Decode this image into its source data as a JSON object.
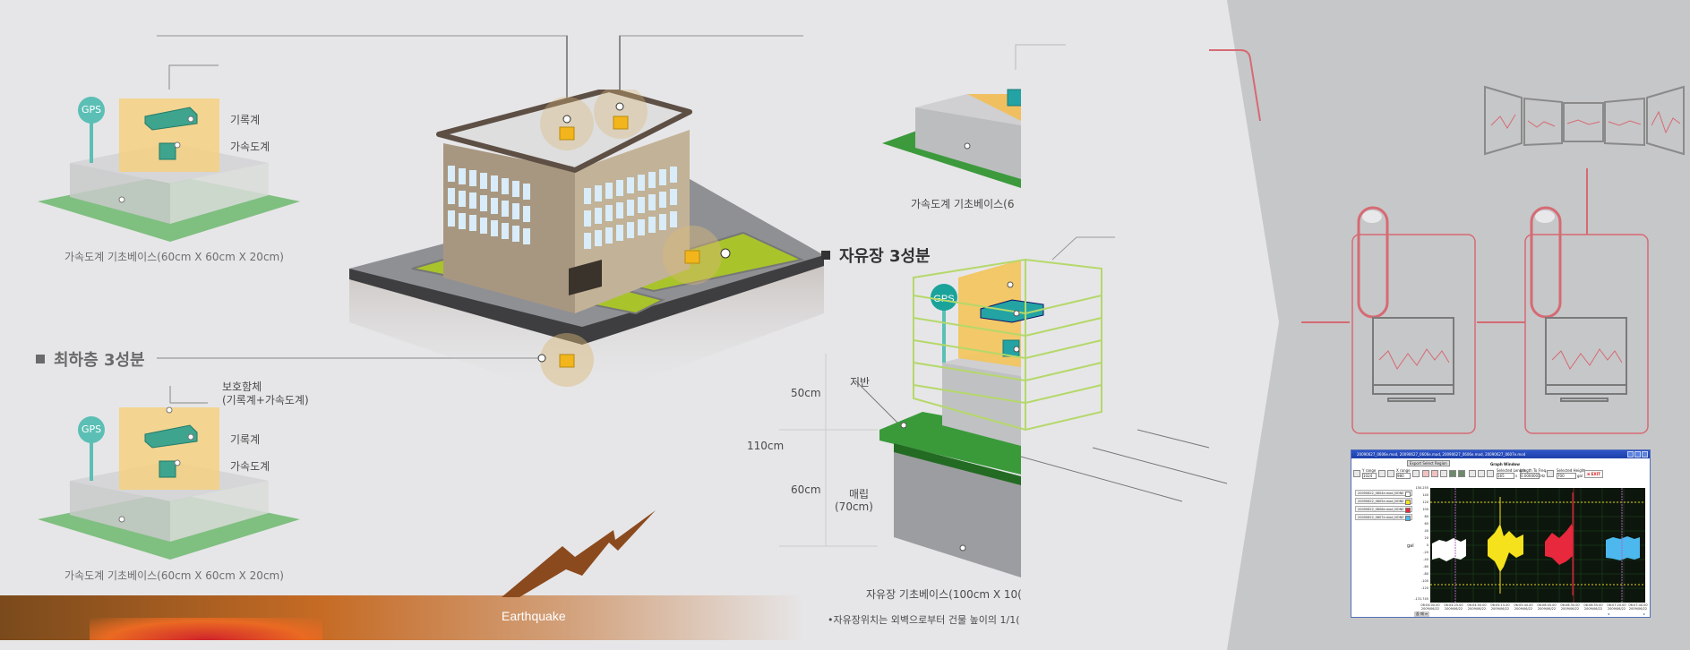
{
  "diagram": {
    "title_sections": {
      "lowest_floor": "최하층 3성분",
      "free_field": "자유장 3성분"
    },
    "top_left_unit": {
      "gps_label": "GPS",
      "recorder_label": "기록계",
      "accelerometer_label": "가속도계",
      "base_caption": "가속도계 기초베이스(60cm X 60cm X 20cm)"
    },
    "bottom_left_unit": {
      "enclosure_label": "보호함체",
      "enclosure_sub_label": "(기록계+가속도계)",
      "gps_label": "GPS",
      "recorder_label": "기록계",
      "accelerometer_label": "가속도계",
      "base_caption": "가속도계 기초베이스(60cm X 60cm X 20cm)"
    },
    "top_right_unit": {
      "base_caption": "가속도계 기초베이스(6"
    },
    "free_field_unit": {
      "gps_label": "GPS",
      "ground_label": "지반",
      "buried_label": "매립",
      "buried_sub_label": "(70cm)",
      "dim_50": "50cm",
      "dim_110": "110cm",
      "dim_60": "60cm",
      "base_caption": "자유장 기초베이스(100cm X 10(",
      "footnote": "•자유장위치는 외벽으로부터 건물 높이의 1/1("
    },
    "earthquake_label": "Earthquake",
    "colors": {
      "background_light": "#e6e6e8",
      "background_gray": "#c6c7c9",
      "teal_gps": "#5bbfb5",
      "device_teal": "#2a9d8f",
      "enclosure_yellow": "#f4c55a",
      "grass_green": "#5aa85a",
      "lime_grid": "#b5d86a",
      "building_beige": "#b9a98b",
      "building_roof": "#5e4f45",
      "accent_red": "#d66a73",
      "earth_brown": "#7a4a1c",
      "earth_orange": "#ea6a22"
    }
  },
  "graph_window": {
    "title": "20090627_0606e.mod, 20090627_0606e.mod, 20090627_0606e.mod, 20090627_0607e.mod",
    "export_button": "Export Select Region",
    "window_label": "Graph Window",
    "y_range_label": "Y range",
    "y_range_value": "1024",
    "x_range_label": "X range",
    "x_range_value": "980",
    "selected_length_label": "Selected Length",
    "selected_length_value": "165",
    "selected_length_unit": "s",
    "length_to_freq_label": "Length To Freq.",
    "length_to_freq_value": "0.0000001",
    "length_to_freq_unit": "Hz",
    "selected_height_label": "Selected Height",
    "selected_height_value": "700",
    "selected_height_unit": "gal",
    "exit_button": "EXIT",
    "y_axis_label": "gal",
    "legend": [
      {
        "label": "20090622_0604e.mod_NONE",
        "color": "#ffffff"
      },
      {
        "label": "20090622_0605e.mod_NONE",
        "color": "#f5e21c"
      },
      {
        "label": "20090622_0606e.mod_NONE",
        "color": "#e8283c"
      },
      {
        "label": "20090622_0607e.mod_NONE",
        "color": "#4cb8ee"
      }
    ],
    "y_ticks": [
      "150.255",
      "140",
      "120",
      "100",
      "80",
      "60",
      "40",
      "20",
      "0",
      "-20",
      "-40",
      "-60",
      "-80",
      "-100",
      "-120",
      "-131.745"
    ],
    "x_ticks": [
      "06:04:00.00\n2009/06/22",
      "06:04:25.00\n2009/06/22",
      "06:04:50.00\n2009/06/22",
      "06:05:15.00\n2009/06/22",
      "06:05:40.00\n2009/06/22",
      "06:06:05.00\n2009/06/22",
      "06:06:30.00\n2009/06/22",
      "06:06:55.00\n2009/06/22",
      "06:07:20.00\n2009/06/22",
      "06:07:40.00\n2009/06/22"
    ],
    "bottom_tools": "줌 패 ≡"
  }
}
